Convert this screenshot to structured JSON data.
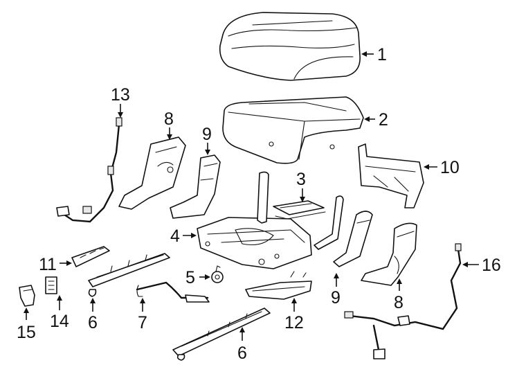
{
  "callouts": {
    "c1": "1",
    "c2": "2",
    "c3": "3",
    "c4": "4",
    "c5": "5",
    "c6a": "6",
    "c6b": "6",
    "c7": "7",
    "c8a": "8",
    "c8b": "8",
    "c9a": "9",
    "c9b": "9",
    "c10": "10",
    "c11": "11",
    "c12": "12",
    "c13": "13",
    "c14": "14",
    "c15": "15",
    "c16": "16"
  },
  "colors": {
    "line": "#111111",
    "background": "#ffffff",
    "shade": "#e8e8e8"
  }
}
